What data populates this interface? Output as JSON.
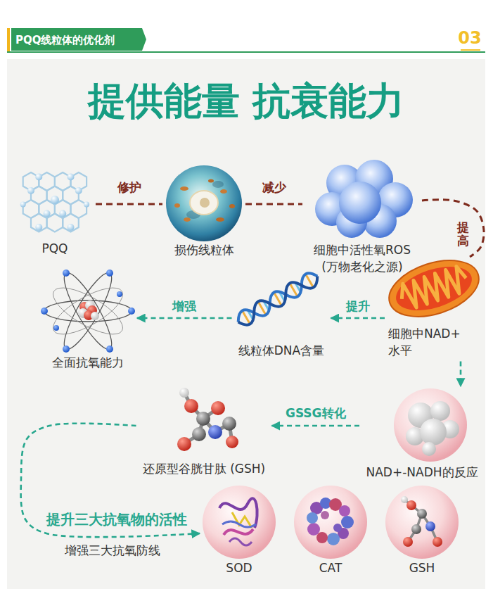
{
  "diagram": {
    "title": "提供能量 抗衰能力",
    "nodes": [
      {
        "text": [
          "PQQ"
        ]
      },
      {
        "text": [
          "损伤线粒体"
        ]
      },
      {
        "text": [
          "细胞中活性氧ROS (万物老化之源)"
        ]
      },
      {
        "text": [
          "细胞中NAD+ 水平"
        ]
      },
      {
        "text": [
          "线粒体DNA含量"
        ]
      },
      {
        "text": [
          "全面抗氧能力"
        ]
      },
      {
        "text": [
          "NAD+-NADH的反应"
        ]
      },
      {
        "text": [
          "还原型谷胱甘肽 (GSH)"
        ]
      },
      {
        "text": [
          "SOD"
        ]
      },
      {
        "text": [
          "CAT"
        ]
      },
      {
        "text": [
          "GSH"
        ]
      }
    ],
    "edges": [
      {
        "from": 0,
        "to": 1,
        "label": "修护",
        "arrow": "none"
      },
      {
        "from": 1,
        "to": 2,
        "label": "减少",
        "arrow": "none"
      },
      {
        "from": 2,
        "to": 3,
        "label": "提高",
        "arrow": "none"
      },
      {
        "from": 3,
        "to": 4,
        "label": "提升",
        "arrow": "to"
      },
      {
        "from": 4,
        "to": 5,
        "label": "增强",
        "arrow": "to"
      },
      {
        "from": 3,
        "to": 6,
        "arrow": "to"
      },
      {
        "from": 6,
        "to": 7,
        "label": "GSSG转化",
        "arrow": "to"
      },
      {
        "from": 7,
        "to": 8,
        "label": "提升三大抗氧物的活性",
        "arrow": "to"
      }
    ],
    "labels": [
      "PQQ线粒体的优化剂",
      "03",
      "增强三大抗氧防线"
    ]
  }
}
